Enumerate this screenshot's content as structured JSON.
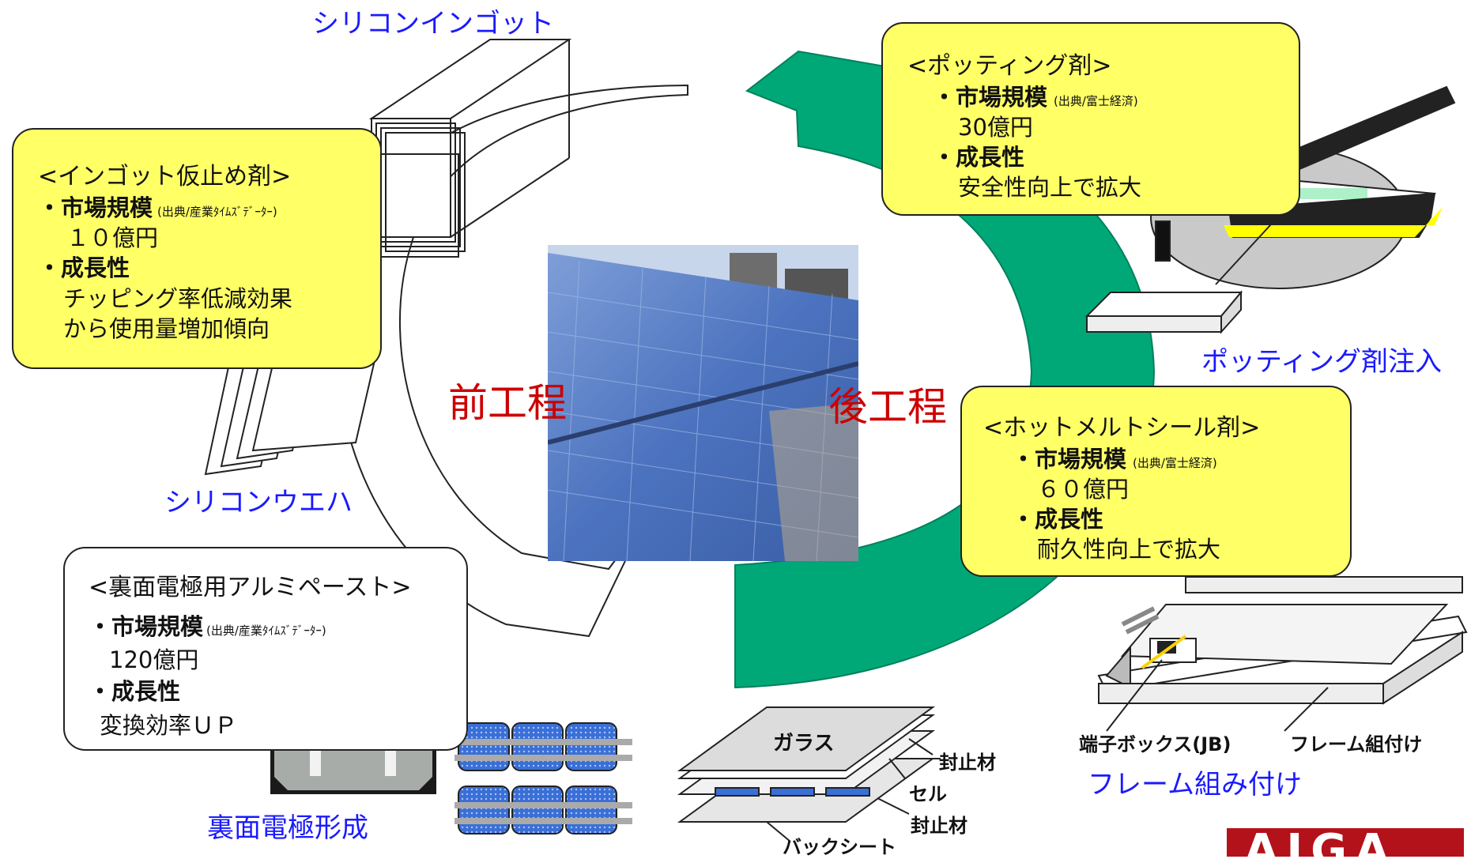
{
  "labels": {
    "silicon_ingot": "シリコンインゴット",
    "silicon_wafer": "シリコンウエハ",
    "back_electrode_forming": "裏面電極形成",
    "potting_injection": "ポッティング剤注入",
    "frame_assembly": "フレーム組み付け",
    "front_process": "前工程",
    "back_process": "後工程",
    "junction_box": "端子ボックス(JB)",
    "frame_attach": "フレーム組付け",
    "glass": "ガラス",
    "sealant_top": "封止材",
    "cell": "セル",
    "sealant_bottom": "封止材",
    "back_sheet": "バックシート"
  },
  "ingot_box": {
    "title": "<インゴット仮止め剤>",
    "market_label": "・市場規模",
    "market_source": "(出典/産業ﾀｲﾑｽﾞﾃﾞｰﾀｰ)",
    "market_value": "１０億円",
    "growth_label": "・成長性",
    "growth_line1": "チッピング率低減効果",
    "growth_line2": "から使用量増加傾向"
  },
  "potting_box": {
    "title": "<ポッティング剤>",
    "market_label": "・市場規模",
    "market_source": "(出典/富士経済)",
    "market_value": "30億円",
    "growth_label": "・成長性",
    "growth_line1": "安全性向上で拡大"
  },
  "hotmelt_box": {
    "title": "<ホットメルトシール剤>",
    "market_label": "・市場規模",
    "market_source": "(出典/富士経済)",
    "market_value": "６０億円",
    "growth_label": "・成長性",
    "growth_line1": "耐久性向上で拡大"
  },
  "aluminum_box": {
    "title": "<裏面電極用アルミペースト>",
    "market_label": "・市場規模",
    "market_source": "(出典/産業ﾀｲﾑｽﾞﾃﾞｰﾀｰ)",
    "market_value": "120億円",
    "growth_label": "・成長性",
    "growth_line1": "変換効率ＵＰ"
  },
  "logo": {
    "text": "AIGA"
  },
  "colors": {
    "callout_yellow": "#ffff66",
    "cycle_arrow_green": "#00a878",
    "label_blue": "#1a1aff",
    "process_red": "#cc0000",
    "logo_red": "#b3121b"
  }
}
